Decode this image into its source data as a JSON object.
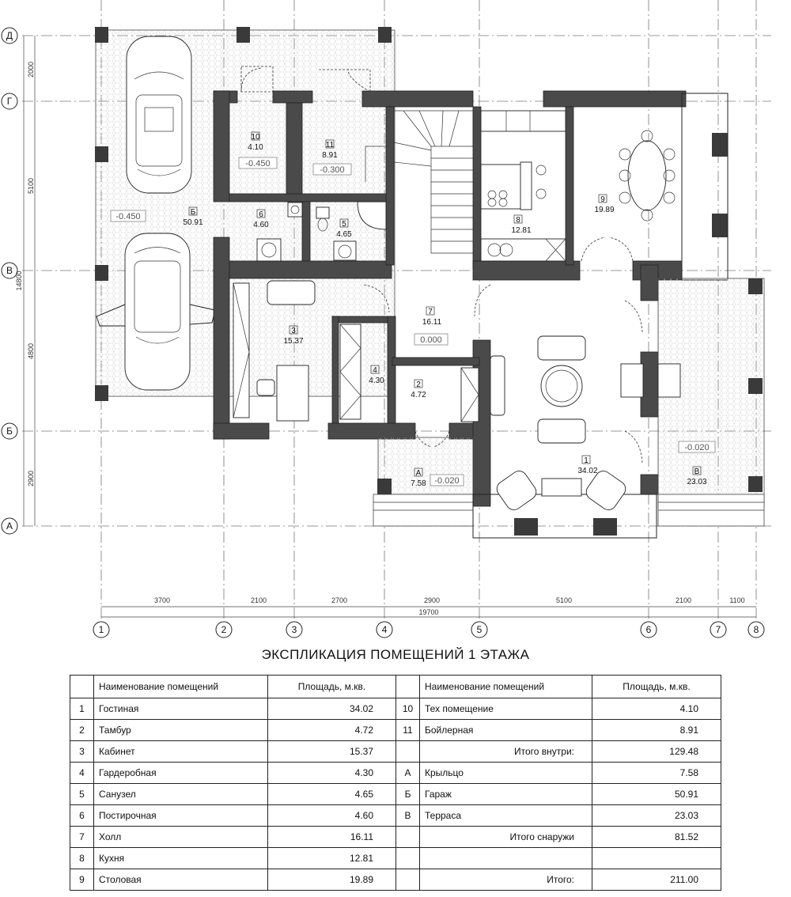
{
  "axes": {
    "rows": [
      "Д",
      "Г",
      "В",
      "Б",
      "А"
    ],
    "cols": [
      "1",
      "2",
      "3",
      "4",
      "5",
      "6",
      "7",
      "8"
    ]
  },
  "dims": {
    "bottom": [
      "3700",
      "2100",
      "2700",
      "2900",
      "5100",
      "2100",
      "1100"
    ],
    "bottom_total": "19700",
    "left": [
      "2000",
      "5100",
      "4800",
      "2900"
    ],
    "left_total": "14800"
  },
  "rooms": [
    {
      "num": "10",
      "area": "4.10",
      "level": "-0.450"
    },
    {
      "num": "11",
      "area": "8.91",
      "level": "-0.300"
    },
    {
      "num": "Б",
      "area": "50.91",
      "level": "-0.450"
    },
    {
      "num": "6",
      "area": "4.60"
    },
    {
      "num": "5",
      "area": "4.65"
    },
    {
      "num": "8",
      "area": "12.81"
    },
    {
      "num": "9",
      "area": "19.89"
    },
    {
      "num": "3",
      "area": "15.37"
    },
    {
      "num": "7",
      "area": "16.11",
      "level": "0.000"
    },
    {
      "num": "4",
      "area": "4.30"
    },
    {
      "num": "2",
      "area": "4.72"
    },
    {
      "num": "1",
      "area": "34.02"
    },
    {
      "num": "В",
      "area": "23.03",
      "level": "-0.020"
    },
    {
      "num": "А",
      "area": "7.58",
      "level": "-0.020"
    }
  ],
  "explication": {
    "title": "ЭКСПЛИКАЦИЯ ПОМЕЩЕНИЙ 1 ЭТАЖА",
    "col_name": "Наименование помещений",
    "col_area": "Площадь, м.кв.",
    "left": [
      {
        "no": "1",
        "name": "Гостиная",
        "area": "34.02"
      },
      {
        "no": "2",
        "name": "Тамбур",
        "area": "4.72"
      },
      {
        "no": "3",
        "name": "Кабинет",
        "area": "15.37"
      },
      {
        "no": "4",
        "name": "Гардеробная",
        "area": "4.30"
      },
      {
        "no": "5",
        "name": "Санузел",
        "area": "4.65"
      },
      {
        "no": "6",
        "name": "Постирочная",
        "area": "4.60"
      },
      {
        "no": "7",
        "name": "Холл",
        "area": "16.11"
      },
      {
        "no": "8",
        "name": "Кухня",
        "area": "12.81"
      },
      {
        "no": "9",
        "name": "Столовая",
        "area": "19.89"
      }
    ],
    "right": [
      {
        "no": "10",
        "name": "Тех помещение",
        "area": "4.10"
      },
      {
        "no": "11",
        "name": "Бойлерная",
        "area": "8.91"
      },
      {
        "no": "",
        "name": "Итого внутри:",
        "area": "129.48",
        "total": true
      },
      {
        "no": "А",
        "name": "Крыльцо",
        "area": "7.58"
      },
      {
        "no": "Б",
        "name": "Гараж",
        "area": "50.91"
      },
      {
        "no": "В",
        "name": "Терраса",
        "area": "23.03"
      },
      {
        "no": "",
        "name": "Итого снаружи",
        "area": "81.52",
        "total": true
      },
      {
        "no": "",
        "name": "",
        "area": ""
      },
      {
        "no": "",
        "name": "Итого:",
        "area": "211.00",
        "total": true
      }
    ]
  }
}
